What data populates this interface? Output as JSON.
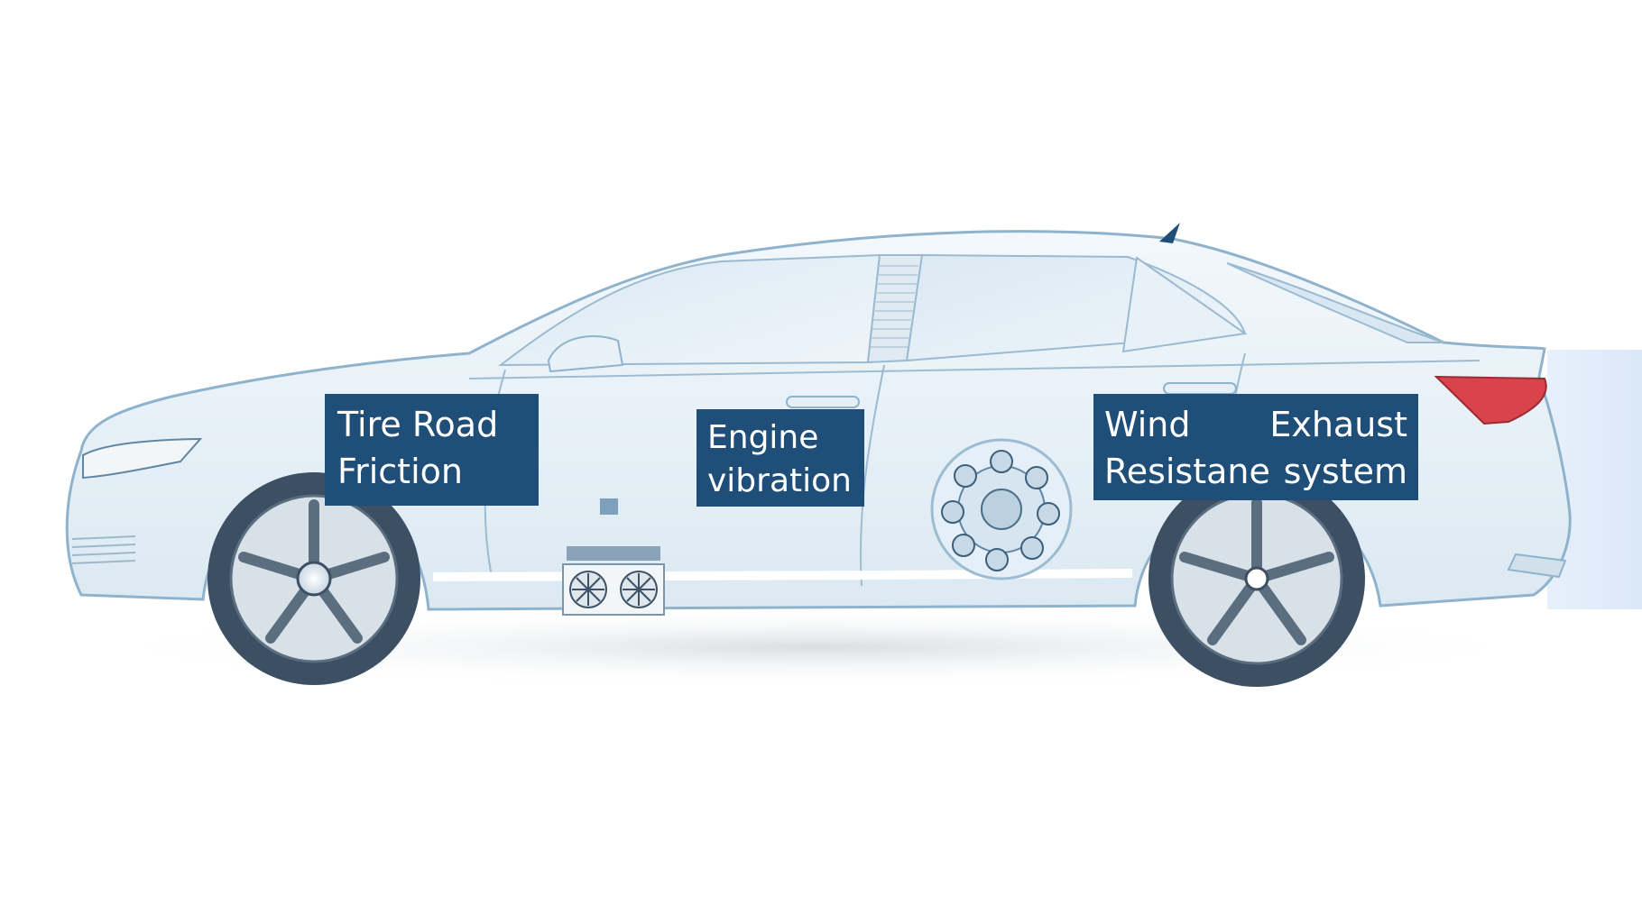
{
  "labels": {
    "tire_road_friction": [
      "Tire Road",
      "Friction"
    ],
    "engine_vibration": [
      "Engine",
      "vibration"
    ],
    "wind_resistance": [
      "Wind",
      "Resistane"
    ],
    "exhaust_system": [
      "Exhaust",
      "system"
    ]
  },
  "colors": {
    "label_background": "#1f4e79",
    "label_text": "#ffffff",
    "car_body": "#e3eff6",
    "car_outline": "#8fb3cc",
    "tail_light": "#d9434b",
    "tire": "#3d4f62"
  }
}
